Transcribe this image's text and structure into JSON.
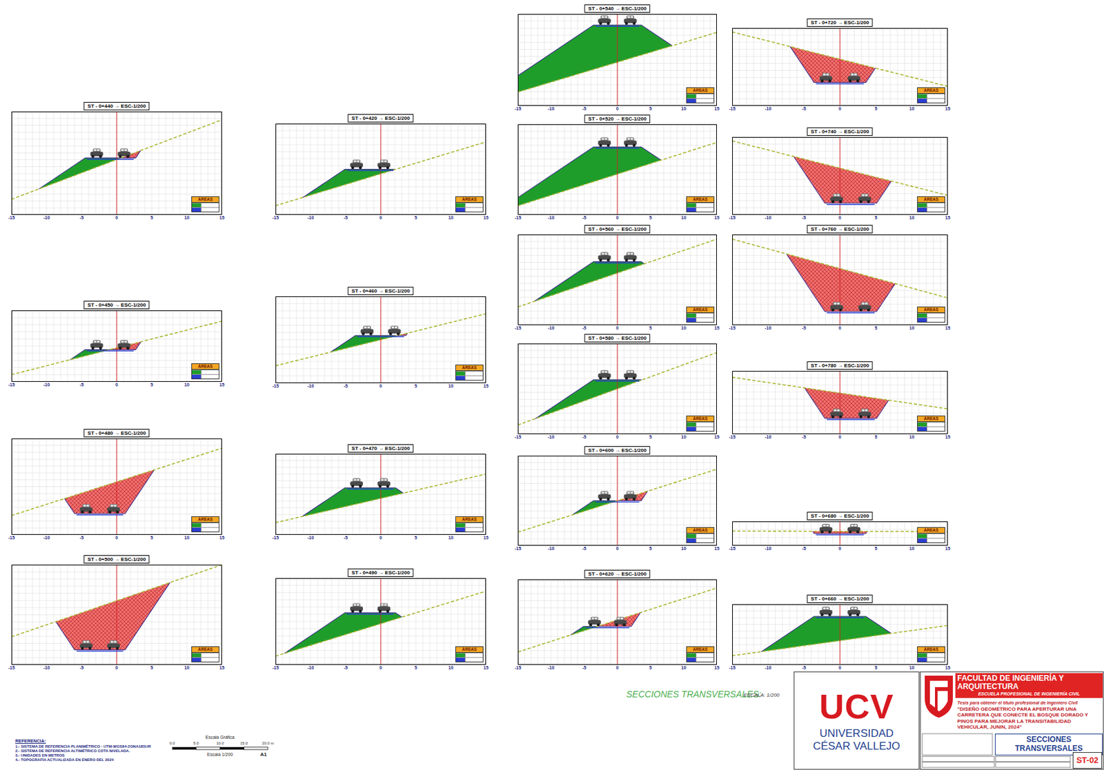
{
  "diagram": {
    "nodes": [
      {
        "text": [
          "ST - 0+440 → ESC-1/200"
        ]
      },
      {
        "text": [
          "ÁREAS"
        ],
        "in": 0
      },
      {
        "text": [
          "ST - 0+450 → ESC-1/200"
        ]
      },
      {
        "text": [
          "ÁREAS"
        ],
        "in": 2
      },
      {
        "text": [
          "ST - 0+480 → ESC-1/200"
        ]
      },
      {
        "text": [
          "ÁREAS"
        ],
        "in": 4
      },
      {
        "text": [
          "ST - 0+500 → ESC-1/200"
        ]
      },
      {
        "text": [
          "ÁREAS"
        ],
        "in": 6
      },
      {
        "text": [
          "ST - 0+420 → ESC-1/200"
        ]
      },
      {
        "text": [
          "ÁREAS"
        ],
        "in": 8
      },
      {
        "text": [
          "ST - 0+460 → ESC-1/200"
        ]
      },
      {
        "text": [
          "ÁREAS"
        ],
        "in": 10
      },
      {
        "text": [
          "ST - 0+470 → ESC-1/200"
        ]
      },
      {
        "text": [
          "ÁREAS"
        ],
        "in": 12
      },
      {
        "text": [
          "ST - 0+490 → ESC-1/200"
        ]
      },
      {
        "text": [
          "ÁREAS"
        ],
        "in": 14
      },
      {
        "text": [
          "ST - 0+540 → ESC-1/200"
        ]
      },
      {
        "text": [
          "ÁREAS"
        ],
        "in": 16
      },
      {
        "text": [
          "ST - 0+520 → ESC-1/200"
        ]
      },
      {
        "text": [
          "ÁREAS"
        ],
        "in": 18
      },
      {
        "text": [
          "ST - 0+560 → ESC-1/200"
        ]
      },
      {
        "text": [
          "ÁREAS"
        ],
        "in": 20
      },
      {
        "text": [
          "ST - 0+580 → ESC-1/200"
        ]
      },
      {
        "text": [
          "ÁREAS"
        ],
        "in": 22
      },
      {
        "text": [
          "ST - 0+600 → ESC-1/200"
        ]
      },
      {
        "text": [
          "ÁREAS"
        ],
        "in": 24
      },
      {
        "text": [
          "ST - 0+620 → ESC-1/200"
        ]
      },
      {
        "text": [
          "ÁREAS"
        ],
        "in": 26
      },
      {
        "text": [
          "ST - 0+720 → ESC-1/200"
        ]
      },
      {
        "text": [
          "ÁREAS"
        ],
        "in": 28
      },
      {
        "text": [
          "ST - 0+740 → ESC-1/200"
        ]
      },
      {
        "text": [
          "ÁREAS"
        ],
        "in": 30
      },
      {
        "text": [
          "ST - 0+760 → ESC-1/200"
        ]
      },
      {
        "text": [
          "ÁREAS"
        ],
        "in": 32
      },
      {
        "text": [
          "ST - 0+780 → ESC-1/200"
        ]
      },
      {
        "text": [
          "ÁREAS"
        ],
        "in": 34
      },
      {
        "text": [
          "ST - 0+680 → ESC-1/200"
        ]
      },
      {
        "text": [
          "ÁREAS"
        ],
        "in": 36
      },
      {
        "text": [
          "ST - 0+660 → ESC-1/200"
        ]
      },
      {
        "text": [
          "ÁREAS"
        ],
        "in": 38
      },
      {
        "text": [
          "UCV",
          "UNIVERSIDAD CÉSAR VALLEJO"
        ]
      },
      {
        "text": [
          "FACULTAD DE INGENIERÍA Y ARQUITECTURA",
          "ESCUELA PROFESIONAL DE INGENIERÍA CIVIL"
        ]
      },
      {
        "text": [
          "Tesis para obtener el título profesional de Ingeniero Civil",
          "\"DISEÑO GEOMÉTRICO PARA APERTURAR UNA CARRETERA QUE CONECTE EL BOSQUE DORADO Y PINOS PARA MEJORAR LA TRANSITABILIDAD VEHICULAR, JUNIN, 2024\""
        ]
      },
      {
        "text": [
          "SECCIONES TRANSVERSALES"
        ]
      },
      {
        "text": [
          "ST-02"
        ]
      }
    ],
    "labels": [
      "-15",
      "-10",
      "-5",
      "0",
      "5",
      "10",
      "15",
      "-15",
      "-10",
      "-5",
      "0",
      "5",
      "10",
      "15",
      "-15",
      "-10",
      "-5",
      "0",
      "5",
      "10",
      "15",
      "-15",
      "-10",
      "-5",
      "0",
      "5",
      "10",
      "15",
      "-15",
      "-10",
      "-5",
      "0",
      "5",
      "10",
      "15",
      "-15",
      "-10",
      "-5",
      "0",
      "5",
      "10",
      "15",
      "-15",
      "-10",
      "-5",
      "0",
      "5",
      "10",
      "15",
      "-15",
      "-10",
      "-5",
      "0",
      "5",
      "10",
      "15",
      "-15",
      "-10",
      "-5",
      "0",
      "5",
      "10",
      "15",
      "-15",
      "-10",
      "-5",
      "0",
      "5",
      "10",
      "15",
      "-15",
      "-10",
      "-5",
      "0",
      "5",
      "10",
      "15",
      "-15",
      "-10",
      "-5",
      "0",
      "5",
      "10",
      "15",
      "-15",
      "-10",
      "-5",
      "0",
      "5",
      "10",
      "15",
      "-15",
      "-10",
      "-5",
      "0",
      "5",
      "10",
      "15",
      "-15",
      "-10",
      "-5",
      "0",
      "5",
      "10",
      "15",
      "-15",
      "-10",
      "-5",
      "0",
      "5",
      "10",
      "15",
      "-15",
      "-10",
      "-5",
      "0",
      "5",
      "10",
      "15",
      "-15",
      "-10",
      "-5",
      "0",
      "5",
      "10",
      "15",
      "-15",
      "-10",
      "-5",
      "0",
      "5",
      "10",
      "15",
      "-15",
      "-10",
      "-5",
      "0",
      "5",
      "10",
      "15",
      "SECCIONES TRANSVERSALES:",
      "ESCALA: 1/200",
      "REFERENCIA:",
      "1.- SISTEMA DE REFERENCIA PLANIMÉTRICO - UTM-WGS84-ZONA18SUR",
      "2.- SISTEMA DE REFERENCIA ALTIMÉTRICO COTA NIVELADA.",
      "3.- UNIDADES EN METROS",
      "4.- TOPOGRAFÍA ACTUALIZADA EN ENERO DEL 2024",
      "Escala Gráfica",
      "0.0",
      "5.0",
      "10.0",
      "15.0",
      "20.0 m",
      "Escala 1/200",
      "A1"
    ]
  }
}
